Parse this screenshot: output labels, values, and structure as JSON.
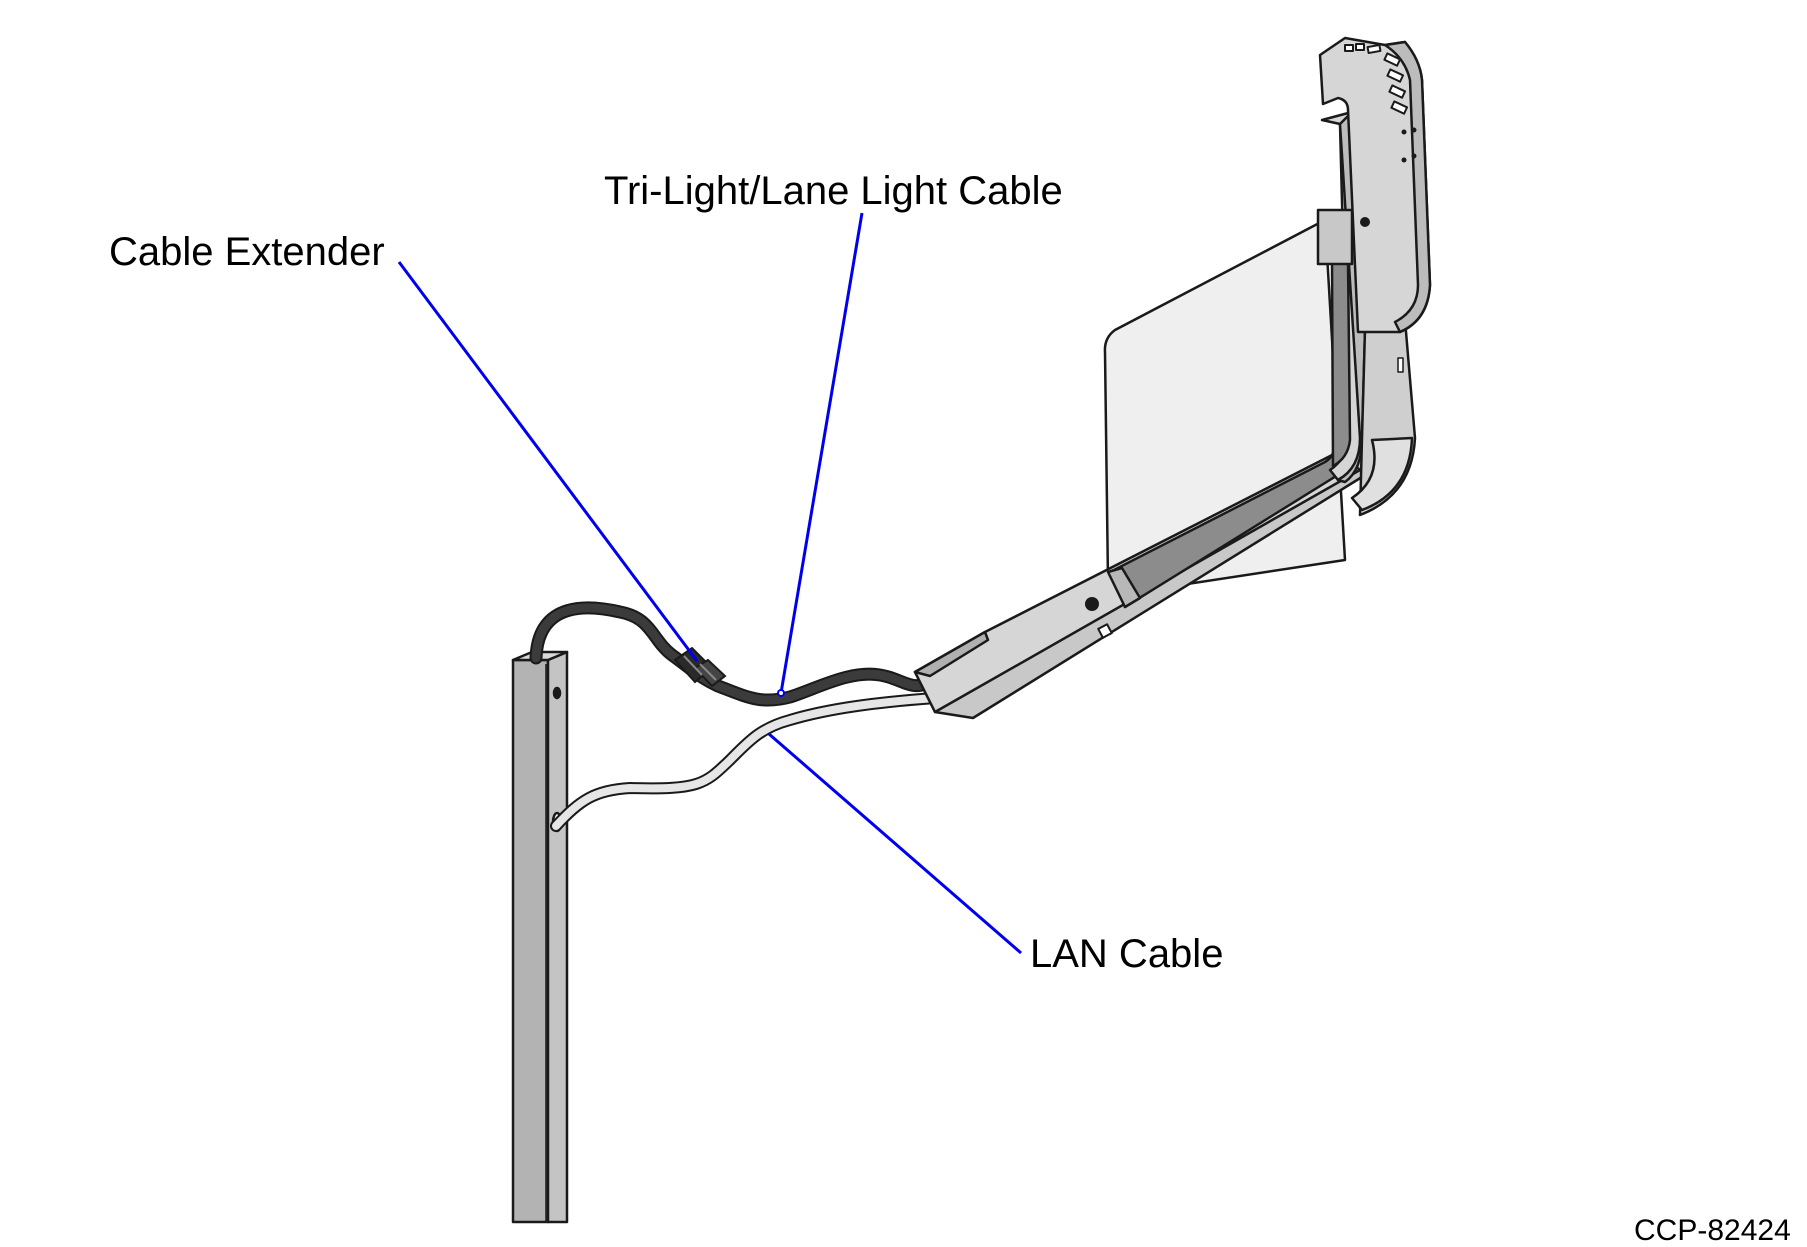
{
  "figure": {
    "id_label": "CCP-82424",
    "callouts": {
      "tri_light": "Tri-Light/Lane Light Cable",
      "cable_extender": "Cable Extender",
      "lan_cable": "LAN Cable"
    }
  },
  "colors": {
    "leader": "#0000ee",
    "outline": "#1a1a1a",
    "pole_fill": "#b3b3b3",
    "housing_fill": "#d6d6d6",
    "panel_fill": "#efefef",
    "channel_fill": "#8c8c8c",
    "dark_cable": "#3b3b3b",
    "lan_cable": "#e6e6e6"
  }
}
